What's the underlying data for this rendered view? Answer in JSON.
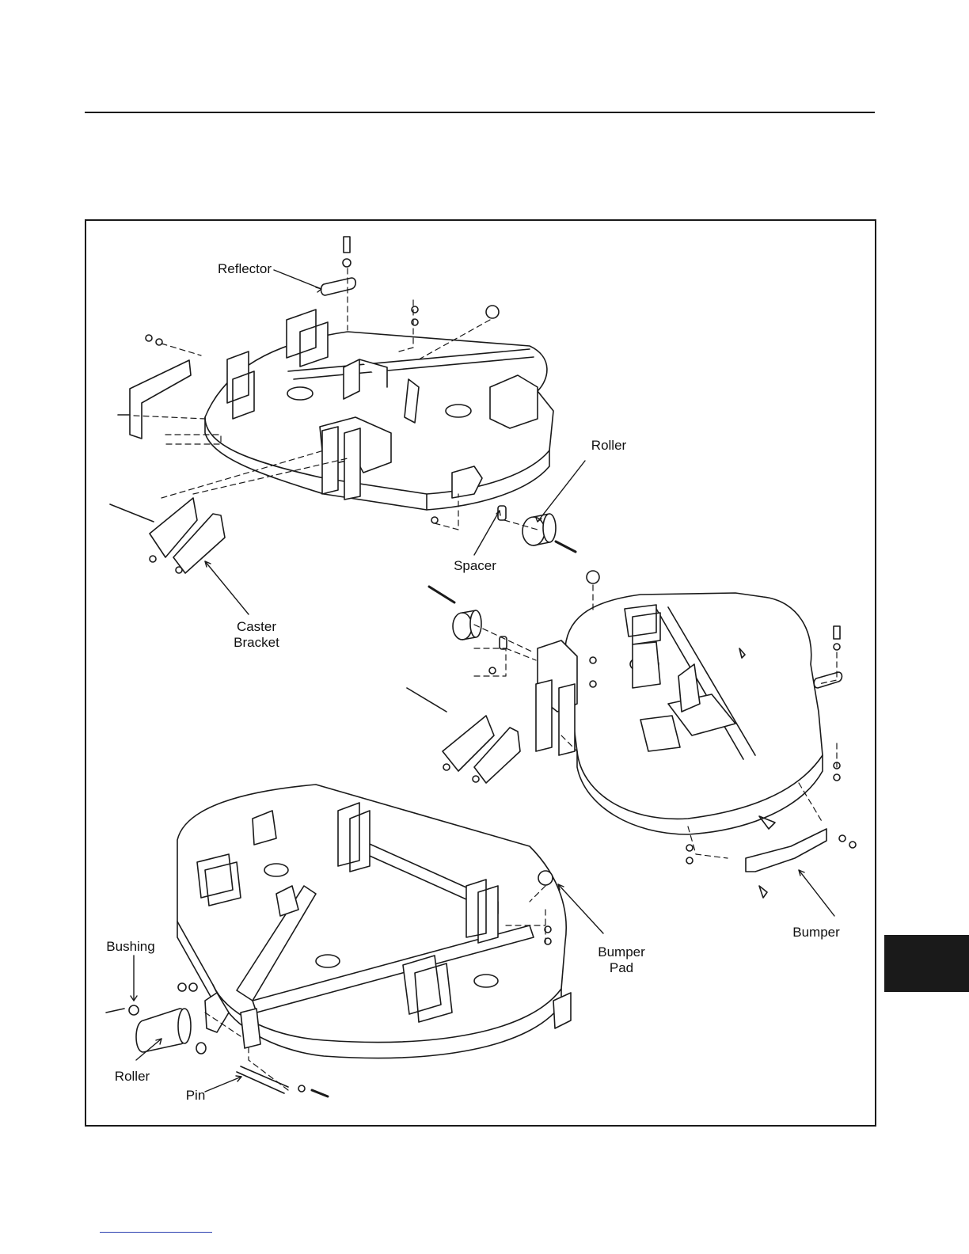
{
  "figure": {
    "labels": {
      "reflector": "Reflector",
      "roller_top": "Roller",
      "spacer": "Spacer",
      "caster_bracket": "Caster\nBracket",
      "bumper": "Bumper",
      "bumper_pad": "Bumper\nPad",
      "bushing": "Bushing",
      "roller_bottom": "Roller",
      "pin": "Pin"
    }
  },
  "colors": {
    "ink": "#1a1a1a",
    "paper": "#ffffff",
    "section_tab": "#1a1a1a",
    "footer_link": "#2a3fb0"
  }
}
